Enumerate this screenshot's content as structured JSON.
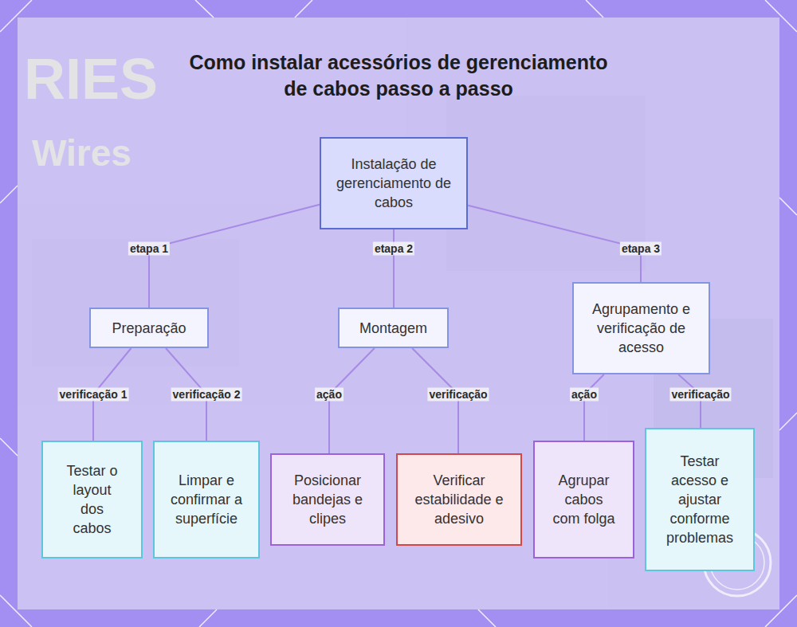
{
  "diagram": {
    "title": "Como instalar acessórios de gerenciamento de cabos passo a passo",
    "nodes": [
      {
        "text": [
          "Instalação de gerenciamento de cabos"
        ]
      },
      {
        "text": [
          "Preparação"
        ]
      },
      {
        "text": [
          "Montagem"
        ]
      },
      {
        "text": [
          "Agrupamento e verificação de acesso"
        ]
      },
      {
        "text": [
          "Testar o layout dos cabos"
        ]
      },
      {
        "text": [
          "Limpar e confirmar a superfície"
        ]
      },
      {
        "text": [
          "Posicionar bandejas e clipes"
        ]
      },
      {
        "text": [
          "Verificar estabilidade e adesivo"
        ]
      },
      {
        "text": [
          "Agrupar cabos com folga"
        ]
      },
      {
        "text": [
          "Testar acesso e ajustar conforme problemas"
        ]
      }
    ],
    "edges": [
      {
        "from": 0,
        "to": 1,
        "label": "etapa 1",
        "arrow": "none"
      },
      {
        "from": 0,
        "to": 2,
        "label": "etapa 2",
        "arrow": "none"
      },
      {
        "from": 0,
        "to": 3,
        "label": "etapa 3",
        "arrow": "none"
      },
      {
        "from": 1,
        "to": 4,
        "label": "verificação 1",
        "arrow": "none"
      },
      {
        "from": 1,
        "to": 5,
        "label": "verificação 2",
        "arrow": "none"
      },
      {
        "from": 2,
        "to": 6,
        "label": "ação",
        "arrow": "none"
      },
      {
        "from": 2,
        "to": 7,
        "label": "verificação",
        "arrow": "none"
      },
      {
        "from": 3,
        "to": 8,
        "label": "ação",
        "arrow": "none"
      },
      {
        "from": 3,
        "to": 9,
        "label": "verificação",
        "arrow": "none"
      }
    ],
    "labels": [
      "RIES",
      "Wires"
    ]
  }
}
